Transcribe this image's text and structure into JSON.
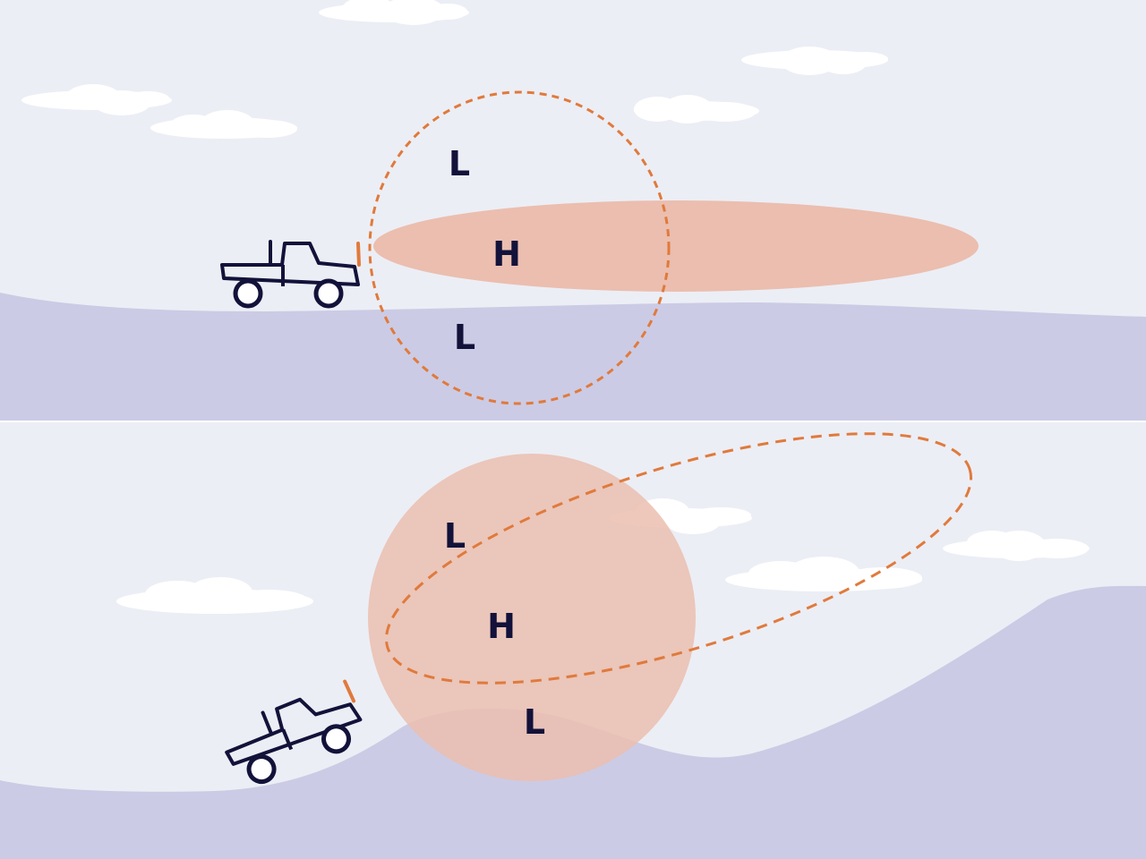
{
  "colors": {
    "sky": "#eceef5",
    "ground": "#cccbe5",
    "beam_fill": "#ebbeaf",
    "beam_outline": "#e07a3c",
    "vehicle": "#12123a",
    "label": "#12123a",
    "cloud": "#ffffff"
  },
  "icons": [
    "pickup-truck-icon",
    "cloud-icon"
  ],
  "panels": {
    "flat_road": {
      "labels": {
        "low_upper": "L",
        "high": "H",
        "low_lower": "L"
      }
    },
    "uphill_road": {
      "labels": {
        "low_upper": "L",
        "high": "H",
        "low_lower": "L"
      }
    }
  }
}
